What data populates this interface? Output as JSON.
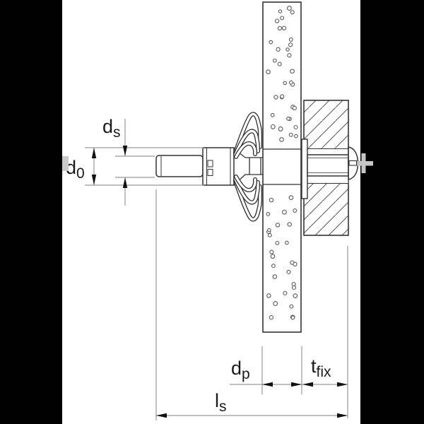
{
  "diagram": {
    "type": "technical-cross-section",
    "subject": "hollow-wall metal anchor with screw through fixture and plasterboard panel"
  },
  "dims": {
    "ds": {
      "base": "d",
      "sub": "s"
    },
    "d0": {
      "base": "d",
      "sub": "0"
    },
    "dp": {
      "base": "d",
      "sub": "p"
    },
    "tfix": {
      "base": "t",
      "sub": "fix"
    },
    "ls": {
      "base": "l",
      "sub": "s"
    }
  },
  "colors": {
    "background": "#ffffff",
    "letterbox": "#000000",
    "outline": "#333333",
    "dim_line": "#999999",
    "arrow": "#111111",
    "hatch": "#555555",
    "stipple": "#5a5a5a",
    "watermark_gray": "#c6c6c6"
  }
}
